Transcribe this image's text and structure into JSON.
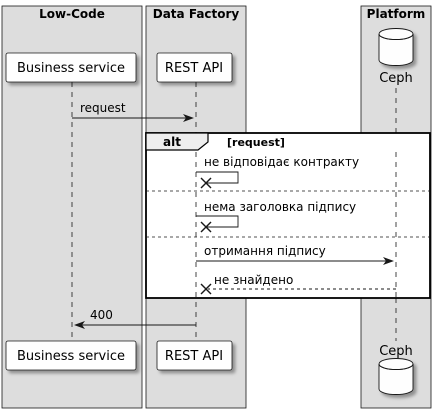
{
  "boxes": {
    "low_code": "Low-Code",
    "data_factory": "Data Factory",
    "platform": "Platform"
  },
  "participants": {
    "business_service": "Business service",
    "rest_api": "REST API",
    "ceph": "Ceph"
  },
  "messages": {
    "request": "request",
    "response_400": "400"
  },
  "alt": {
    "keyword": "alt",
    "guard": "[request]",
    "branch1": "не відповідає контракту",
    "branch2": "нема заголовка підпису",
    "branch3_call": "отримання підпису",
    "branch3_reply": "не знайдено"
  },
  "colors": {
    "box_fill": "#dddddd",
    "participant_fill": "#fefefe",
    "line": "#181818"
  }
}
